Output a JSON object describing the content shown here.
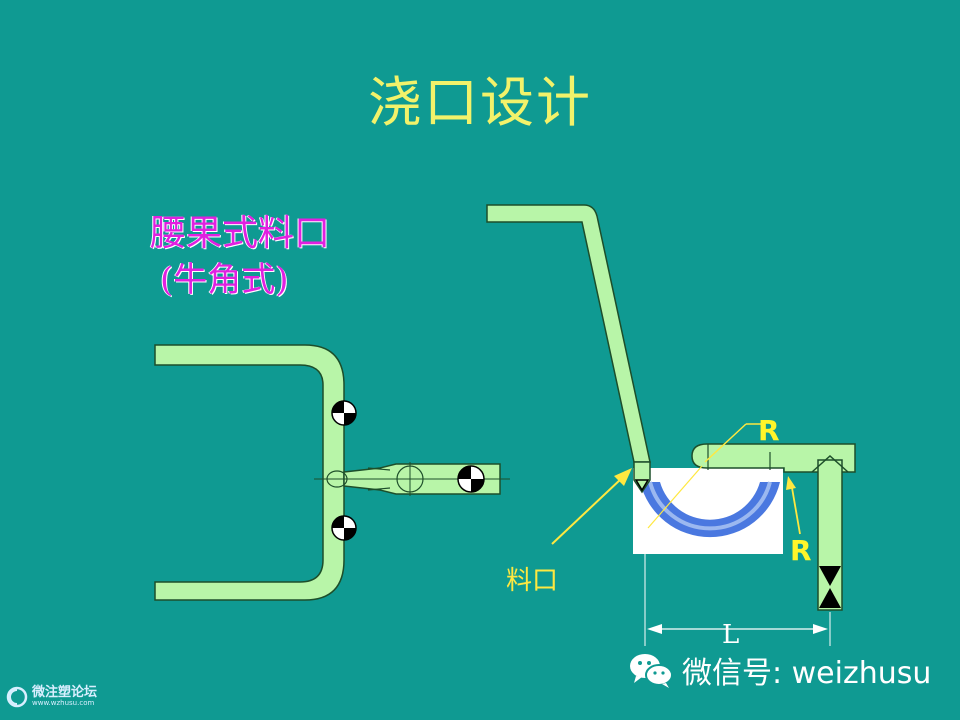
{
  "slide": {
    "title": "浇口设计",
    "left_label": "腰果式料口",
    "left_sublabel": "(牛角式)",
    "gate_label": "料口",
    "radius_label_top": "R",
    "radius_label_bottom": "R",
    "length_label": "L"
  },
  "watermark": {
    "wechat_text": "微信号: weizhusu",
    "forum_name": "微注塑论坛",
    "forum_url": "www.wzhusu.com"
  },
  "colors": {
    "background": "#0f9a92",
    "runner_fill": "#b8f5a8",
    "title": "#f2f26a",
    "label_pink": "#e020e0",
    "callout_yellow": "#ffe840",
    "part_blue": "#4a78e0"
  },
  "icons": [
    "wechat-icon",
    "forum-logo-icon",
    "balance-point-icon",
    "gate-arrow-icon"
  ]
}
